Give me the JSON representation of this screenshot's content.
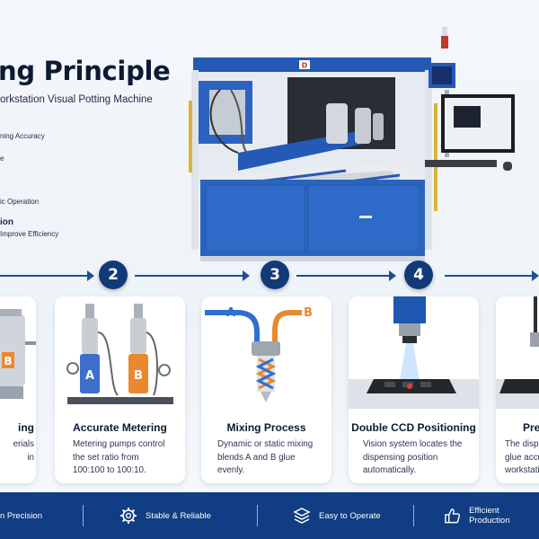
{
  "header": {
    "title": "ng Principle",
    "subtitle": "orkstation Visual Potting Machine"
  },
  "features": [
    {
      "text": "ning Accuracy",
      "bold": false
    },
    {
      "text": "e",
      "bold": false
    },
    {
      "text": "ic Operation",
      "bold": false
    },
    {
      "text": "ion",
      "bold": true
    },
    {
      "text": "Improve Efficiency",
      "bold": false
    }
  ],
  "machine": {
    "logo_mark": "D",
    "colors": {
      "frame": "#2459b5",
      "base": "#2a64bf",
      "steel": "#c9ced6"
    }
  },
  "steps": [
    {
      "number": "2"
    },
    {
      "number": "3"
    },
    {
      "number": "4"
    }
  ],
  "cards": [
    {
      "title": "ing",
      "desc": "erials\nin",
      "label": "B"
    },
    {
      "title": "Accurate Metering",
      "desc": "Metering pumps control\nthe set ratio from\n100:100 to 100:10.",
      "label_a": "A",
      "label_b": "B"
    },
    {
      "title": "Mixing Process",
      "desc": "Dynamic or static mixing\nblends A and B glue\nevenly.",
      "label_a": "A",
      "label_b": "B"
    },
    {
      "title": "Double CCD Positioning",
      "desc": "Vision system locates the\ndispensing position\nautomatically."
    },
    {
      "title": "Prec",
      "desc": "The dispe\nglue accu\nworkstati"
    }
  ],
  "bottom_bar": {
    "items": [
      {
        "label": "n Precision",
        "icon": "target-icon"
      },
      {
        "label": "Stable & Reliable",
        "icon": "gear-icon"
      },
      {
        "label": "Easy to Operate",
        "icon": "layers-icon"
      },
      {
        "label": "Efficient Production",
        "icon": "thumbs-up-icon"
      }
    ]
  },
  "colors": {
    "accent": "#123a78",
    "bar": "#103d83",
    "orange": "#e8892f",
    "blue": "#2f6fd1"
  }
}
